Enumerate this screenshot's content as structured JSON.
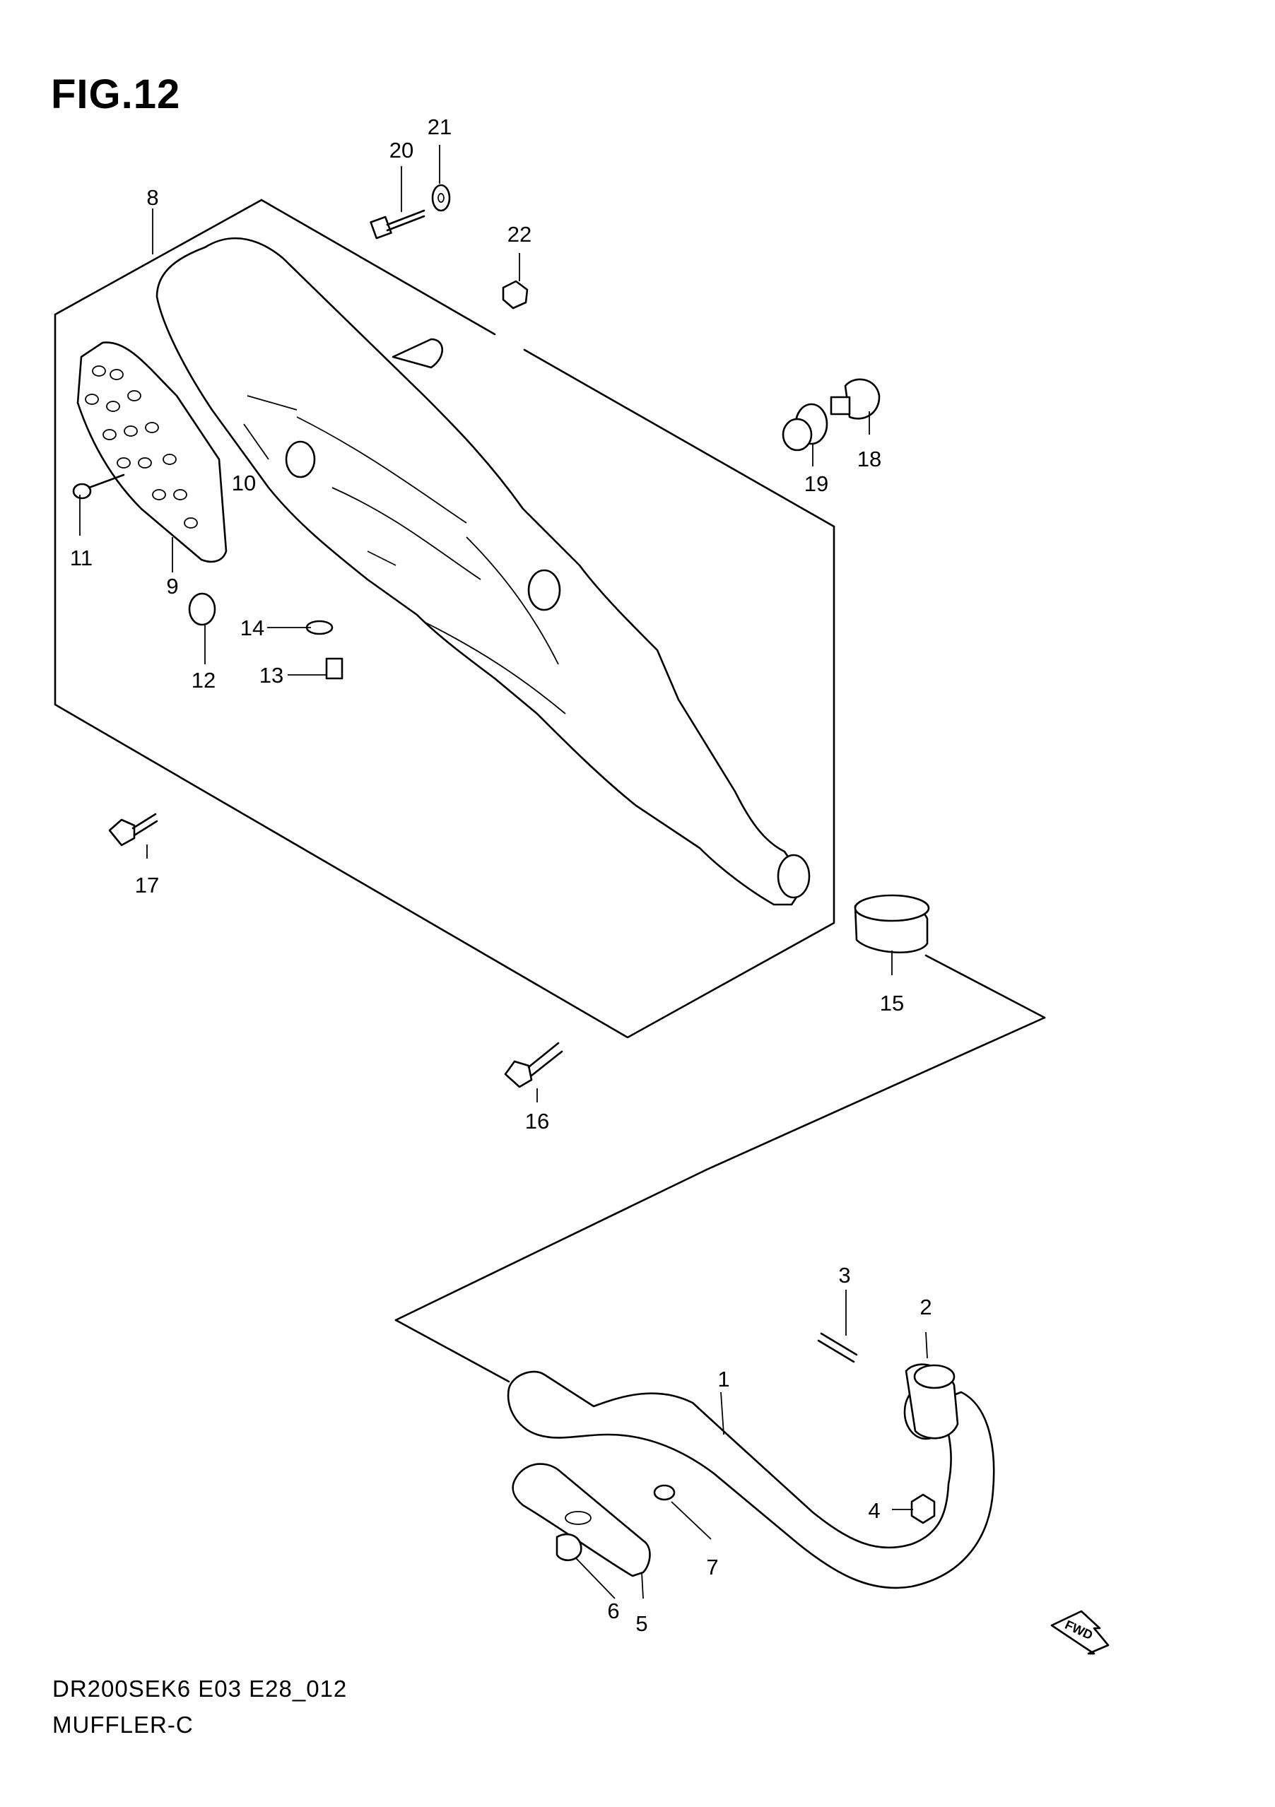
{
  "figure": {
    "title": "FIG.12",
    "code": "DR200SEK6 E03 E28_012",
    "name": "MUFFLER-C",
    "fwd_label": "FWD"
  },
  "callouts": [
    {
      "id": "1",
      "text": "1"
    },
    {
      "id": "2",
      "text": "2"
    },
    {
      "id": "3",
      "text": "3"
    },
    {
      "id": "4",
      "text": "4"
    },
    {
      "id": "5",
      "text": "5"
    },
    {
      "id": "6",
      "text": "6"
    },
    {
      "id": "7",
      "text": "7"
    },
    {
      "id": "8",
      "text": "8"
    },
    {
      "id": "9",
      "text": "9"
    },
    {
      "id": "10",
      "text": "10"
    },
    {
      "id": "11",
      "text": "11"
    },
    {
      "id": "12",
      "text": "12"
    },
    {
      "id": "13",
      "text": "13"
    },
    {
      "id": "14",
      "text": "14"
    },
    {
      "id": "15",
      "text": "15"
    },
    {
      "id": "16",
      "text": "16"
    },
    {
      "id": "17",
      "text": "17"
    },
    {
      "id": "18",
      "text": "18"
    },
    {
      "id": "19",
      "text": "19"
    },
    {
      "id": "20",
      "text": "20"
    },
    {
      "id": "21",
      "text": "21"
    },
    {
      "id": "22",
      "text": "22"
    }
  ]
}
